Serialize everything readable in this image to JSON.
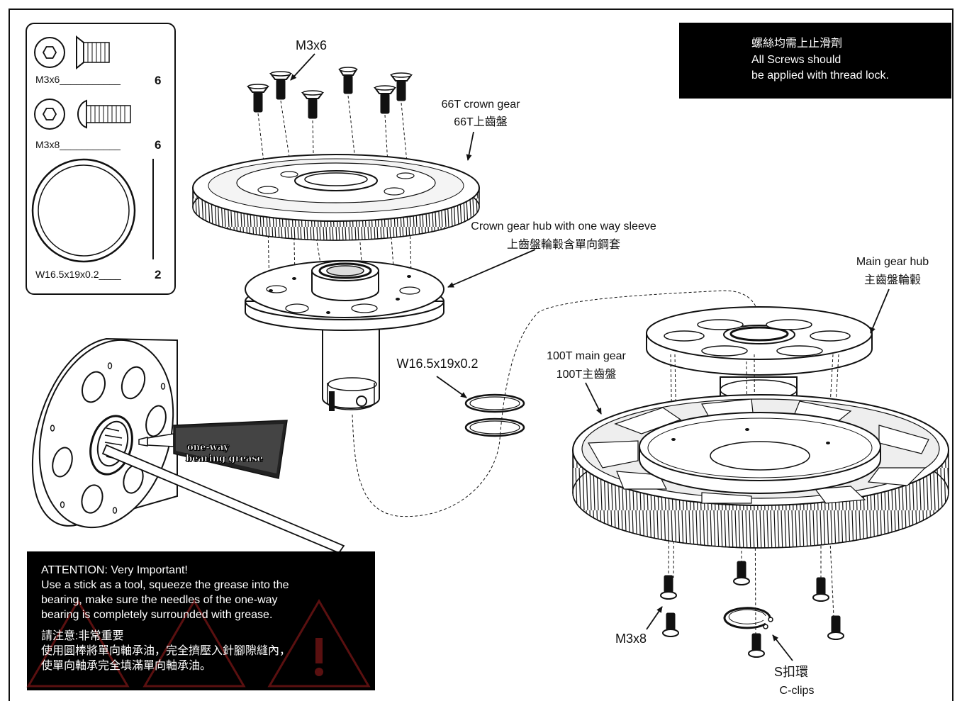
{
  "parts_box": {
    "m3x6": {
      "label": "M3x6___________",
      "qty": "6"
    },
    "m3x8": {
      "label": "M3x8___________",
      "qty": "6"
    },
    "washer": {
      "label": "W16.5x19x0.2____",
      "qty": "2"
    }
  },
  "thread_lock": {
    "zh": "螺絲均需上止滑劑",
    "en1": "All Screws should",
    "en2": "be applied with thread lock."
  },
  "labels": {
    "m3x6": "M3x6",
    "crown_en": "66T crown gear",
    "crown_zh": "66T上齒盤",
    "hub_en": "Crown gear hub with one way sleeve",
    "hub_zh": "上齒盤輪轂含單向鋼套",
    "main_hub_en": "Main gear hub",
    "main_hub_zh": "主齒盤輪轂",
    "main_gear_en": "100T main gear",
    "main_gear_zh": "100T主齒盤",
    "washer": "W16.5x19x0.2",
    "m3x8": "M3x8",
    "clip_zh": "S扣環",
    "clip_en": "C-clips",
    "grease_1": "one-way",
    "grease_2": "bearing grease"
  },
  "attention": {
    "title": "ATTENTION: Very Important!",
    "l1": "Use a stick as a tool, squeeze the grease into the",
    "l2": "bearing, make sure the needles of the one-way",
    "l3": "bearing is completely surrounded with grease.",
    "zh_title": "請注意:非常重要",
    "zh_l1": "使用圓棒將單向軸承油，完全擠壓入針腳隙縫內，",
    "zh_l2": "使單向軸承完全填滿單向軸承油。"
  },
  "colors": {
    "warning_red": "#5a1010",
    "panel_black": "#000000"
  }
}
